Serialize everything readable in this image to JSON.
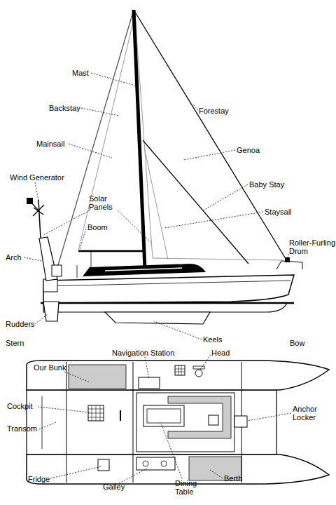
{
  "diagram": {
    "labels": [
      "Mast",
      "Backstay",
      "Forestay",
      "Mainsail",
      "Genoa",
      "Wind Generator",
      "Baby Stay",
      "Solar Panels",
      "Staysail",
      "Boom",
      "Arch",
      "Roller-Furling Drum",
      "Rudders",
      "Keels",
      "Stern",
      "Bow",
      "Our Bunk",
      "Navigation Station",
      "Head",
      "Cockpit",
      "Anchor Locker",
      "Transom",
      "Fridge",
      "Galley",
      "Dining Table",
      "Berth"
    ]
  }
}
